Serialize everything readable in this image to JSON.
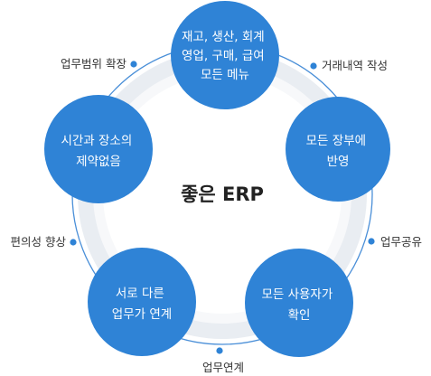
{
  "center": {
    "title": "좋은 ERP"
  },
  "nodes": [
    {
      "lines": [
        "재고, 생산, 회계",
        "영업, 구매, 급여",
        "모든 메뉴"
      ]
    },
    {
      "lines": [
        "모든 장부에",
        "반영"
      ]
    },
    {
      "lines": [
        "모든 사용자가",
        "확인"
      ]
    },
    {
      "lines": [
        "서로 다른",
        "업무가 연계"
      ]
    },
    {
      "lines": [
        "시간과 장소의",
        "제약없음"
      ]
    }
  ],
  "outer_labels": [
    {
      "text": "거래내역 작성"
    },
    {
      "text": "업무공유"
    },
    {
      "text": "업무연계"
    },
    {
      "text": "편의성 향상"
    },
    {
      "text": "업무범위 확장"
    }
  ],
  "colors": {
    "node_fill": "#2f83d6",
    "ring_outer": "#e9edf2",
    "ring_inner": "#f7f8fa",
    "ring_line": "#4a8fd8",
    "dot": "#2f83d6"
  }
}
